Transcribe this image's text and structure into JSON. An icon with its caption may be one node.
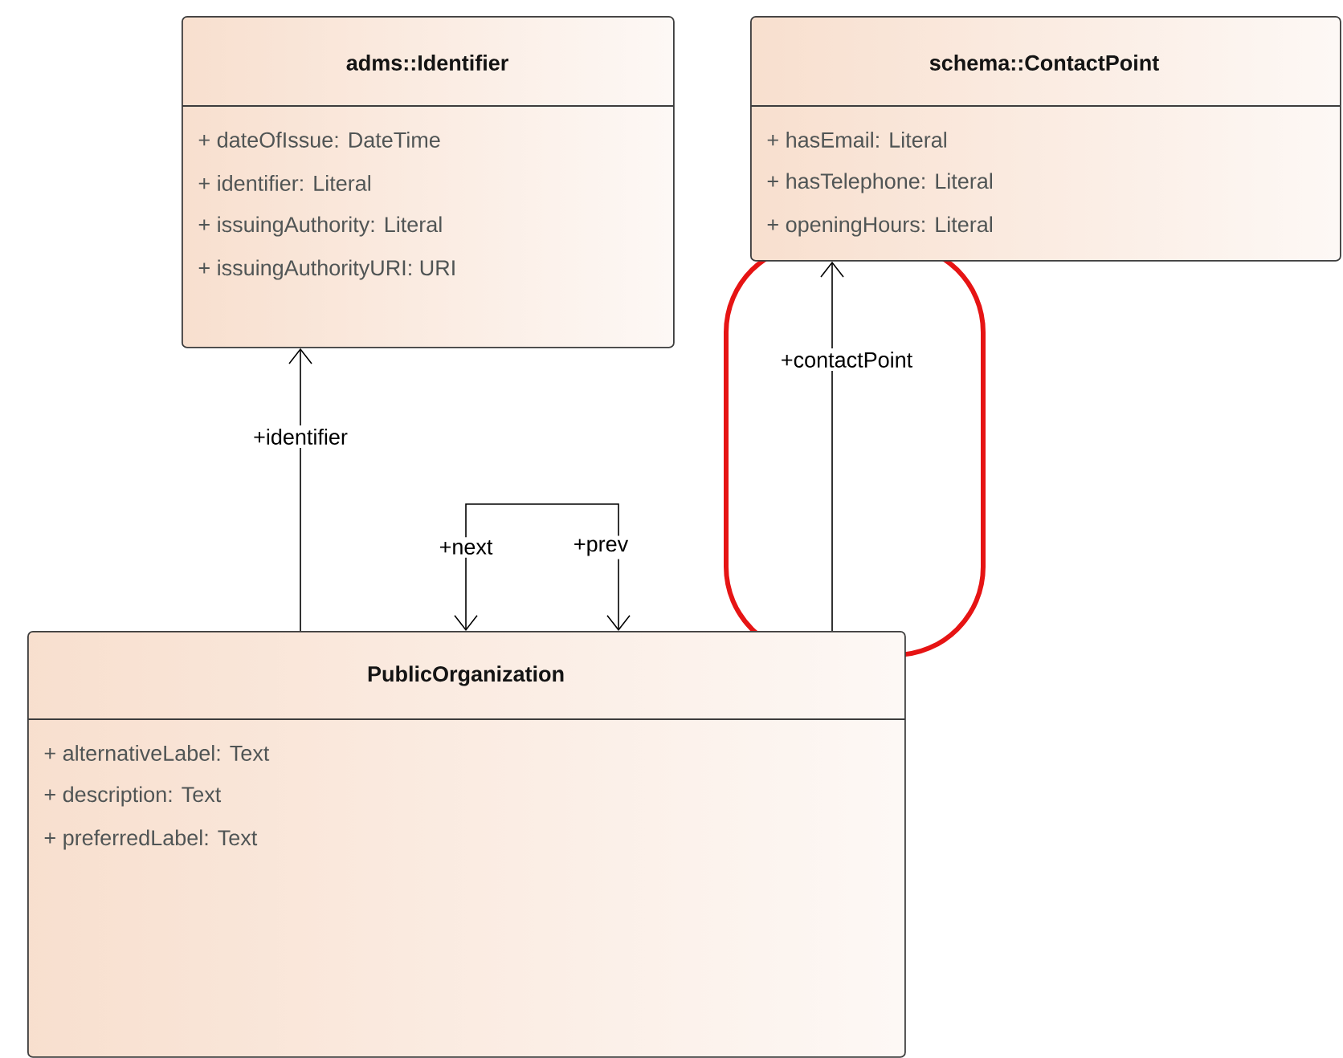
{
  "diagram": {
    "nodes": [
      {
        "text": [
          "adms::Identifier",
          "+ dateOfIssue: DateTime",
          "+ identifier: Literal",
          "+ issuingAuthority: Literal",
          "+ issuingAuthorityURI: URI"
        ]
      },
      {
        "text": [
          "schema::ContactPoint",
          "+ hasEmail: Literal",
          "+ hasTelephone: Literal",
          "+ openingHours: Literal"
        ]
      },
      {
        "text": [
          "PublicOrganization",
          "+ alternativeLabel: Text",
          "+ description: Text",
          "+ preferredLabel: Text"
        ]
      }
    ],
    "edges": [
      {
        "from": 2,
        "to": 0,
        "arrow": "to",
        "label": "+identifier"
      },
      {
        "from": 2,
        "to": 1,
        "arrow": "to",
        "label": "+contactPoint"
      },
      {
        "from": 2,
        "to": 2,
        "arrow": "both",
        "label": "+next"
      }
    ],
    "labels": [
      "+prev"
    ]
  }
}
